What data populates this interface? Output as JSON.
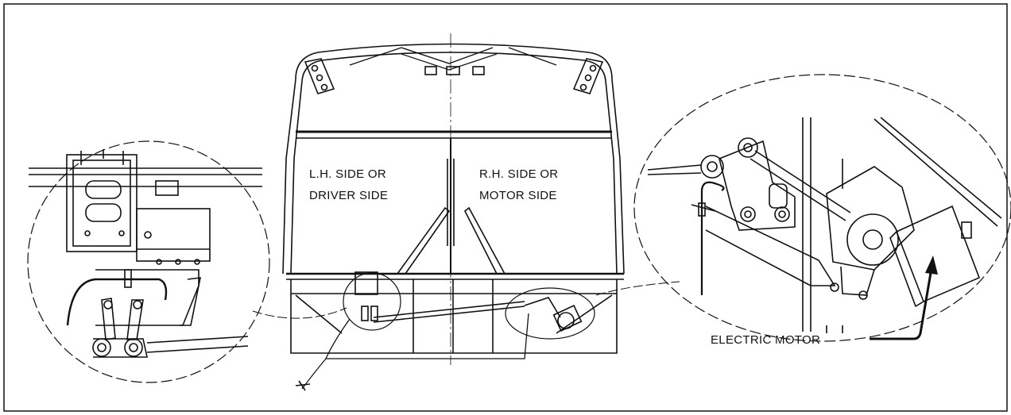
{
  "labels": {
    "left_side_line1": "L.H.  SIDE OR",
    "left_side_line2": "DRIVER SIDE",
    "right_side_line1": "R.H.  SIDE OR",
    "right_side_line2": "MOTOR SIDE",
    "motor": "ELECTRIC MOTOR"
  },
  "colors": {
    "line": "#111111",
    "background": "#ffffff"
  }
}
